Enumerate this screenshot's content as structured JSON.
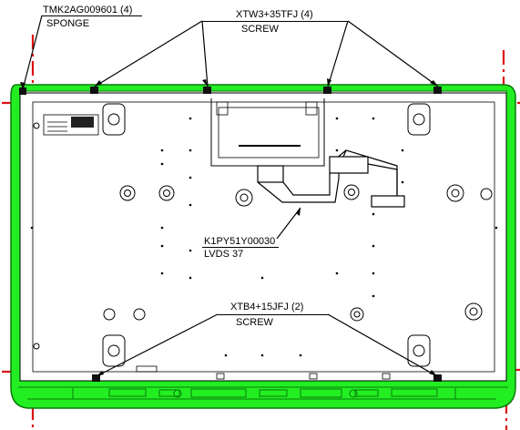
{
  "labels": {
    "sponge_part": "TMK2AG009601 (4)",
    "sponge_name": "SPONGE",
    "top_screw_part": "XTW3+35TFJ (4)",
    "top_screw_name": "SCREW",
    "cable_part": "K1PY51Y00030",
    "cable_name": "LVDS 37",
    "bottom_screw_part": "XTB4+15JFJ (2)",
    "bottom_screw_name": "SCREW"
  },
  "colors": {
    "bezel": "#22ee22",
    "bezel_edge": "#0a7a0a",
    "panel_fill": "#ffffff",
    "line": "#000000",
    "guide": "#dd1111"
  }
}
